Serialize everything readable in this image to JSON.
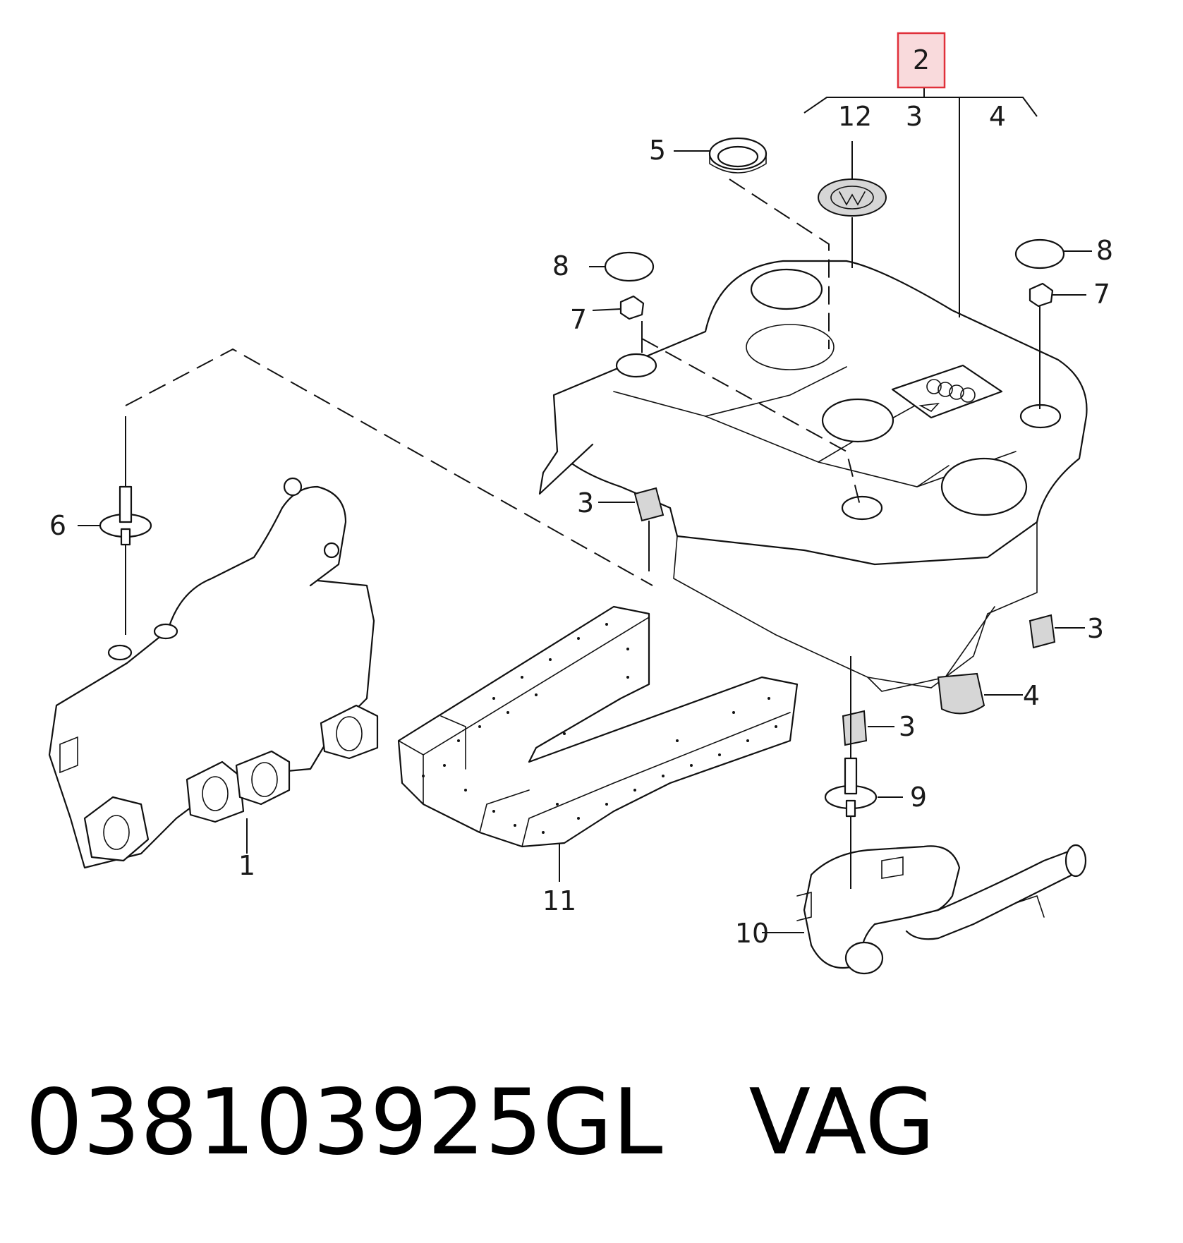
{
  "callouts": {
    "c1": "1",
    "c2": "2",
    "c3a": "3",
    "c3b": "3",
    "c3c": "3",
    "c3d": "3",
    "c4a": "4",
    "c4b": "4",
    "c5": "5",
    "c6": "6",
    "c7a": "7",
    "c7b": "7",
    "c8a": "8",
    "c8b": "8",
    "c9": "9",
    "c10": "10",
    "c11": "11",
    "c12": "12"
  },
  "highlight": {
    "callout": "2",
    "color": "#e0303a"
  },
  "footer": {
    "part_number": "038103925GL",
    "brand": "VAG"
  }
}
